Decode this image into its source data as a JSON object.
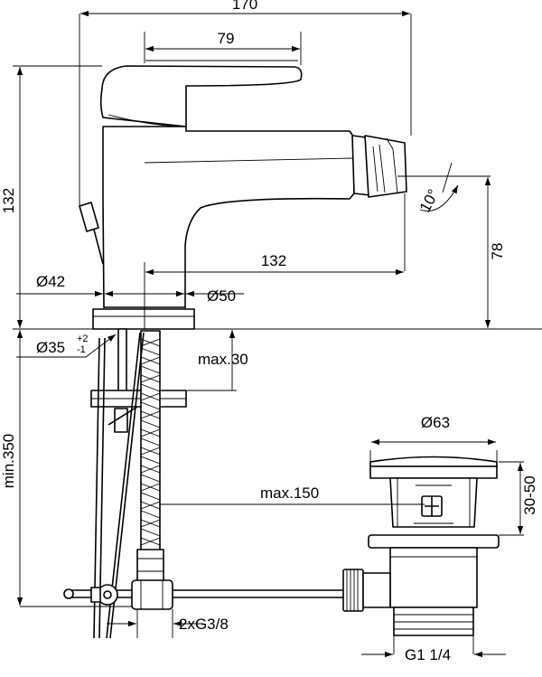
{
  "dimensions": {
    "overall_width": "170",
    "lever_width": "79",
    "height": "132",
    "spout_reach": "132",
    "spout_height": "78",
    "base_diameter": "Ø42",
    "body_diameter": "Ø50",
    "hole_diameter": "Ø35",
    "hole_tol_plus": "+2",
    "hole_tol_minus": "-1",
    "max_deck": "max.30",
    "min_below": "min.350",
    "max_hose": "max.150",
    "waste_diameter": "Ø63",
    "waste_height": "30-50",
    "connection": "2xG3/8",
    "waste_thread": "G1 1/4",
    "angle": "10°"
  }
}
